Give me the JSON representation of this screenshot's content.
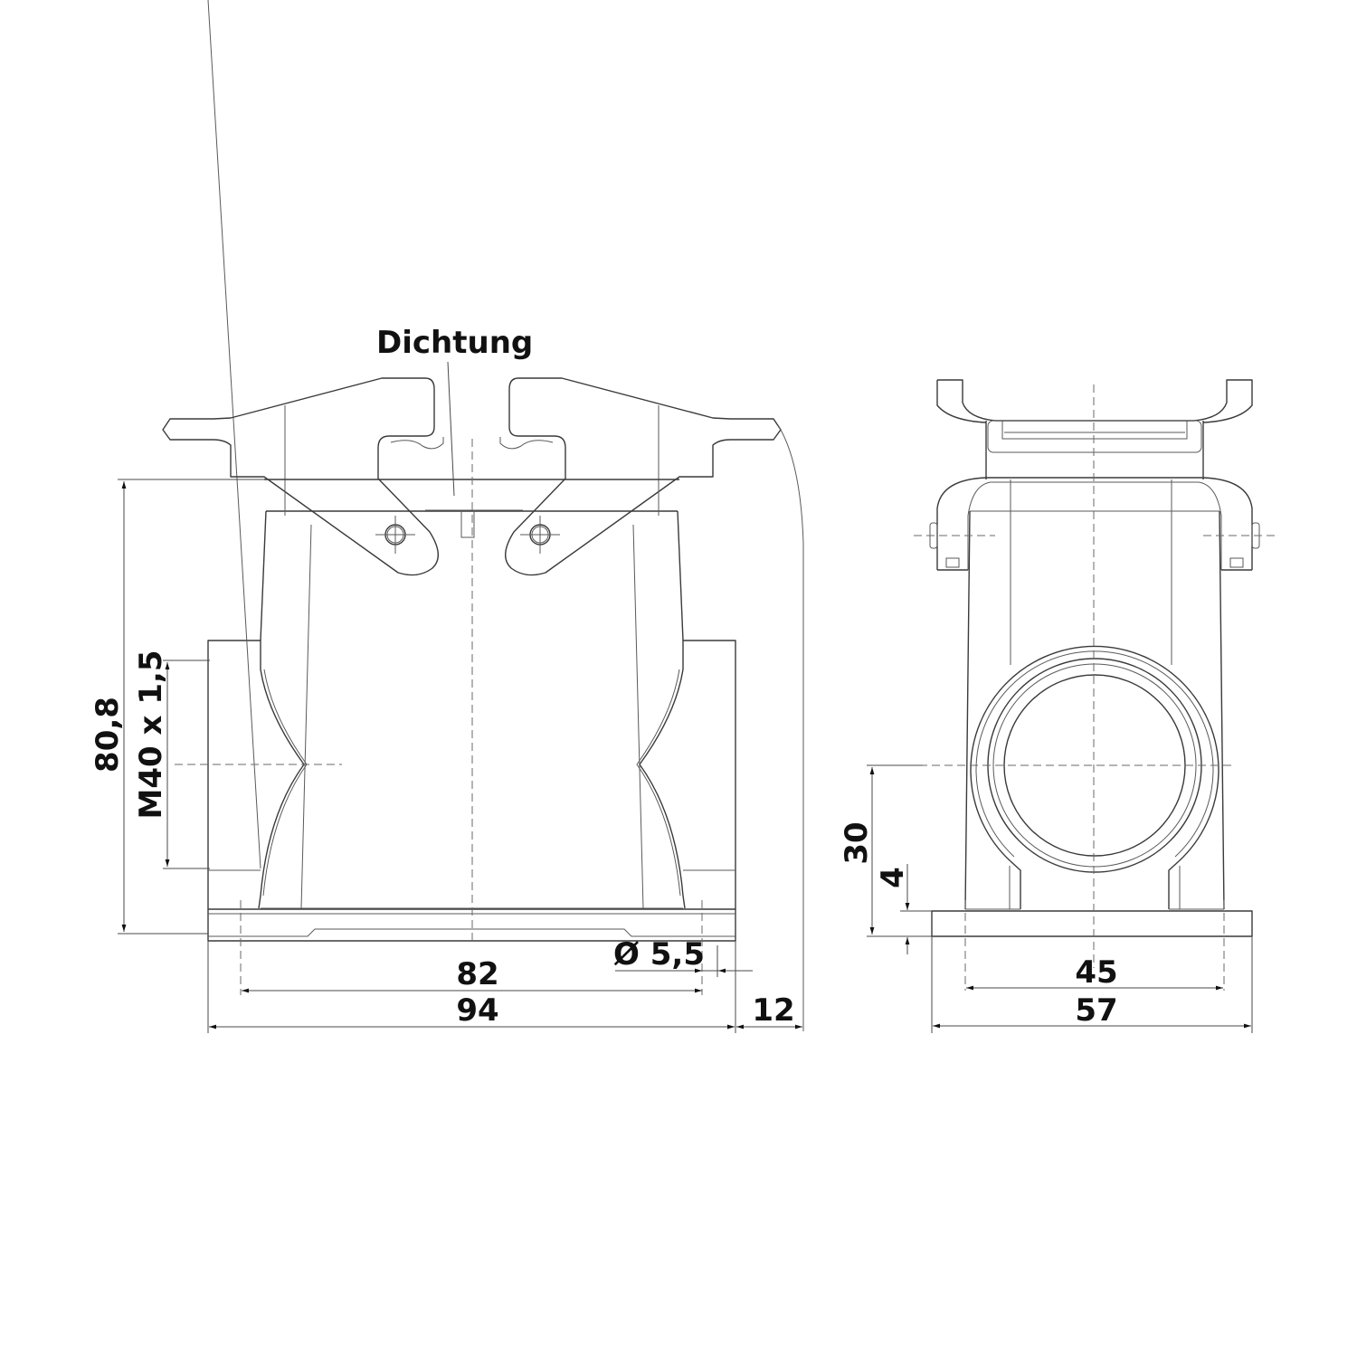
{
  "drawing": {
    "type": "technical-drawing",
    "views": [
      "front-view",
      "side-view"
    ],
    "colors": {
      "line": "#3a3a3a",
      "text": "#111111",
      "background": "#ffffff"
    }
  },
  "front_view": {
    "callout": {
      "label": "Dichtung"
    },
    "dimensions": {
      "overall_height": "80,8",
      "thread": "M40 x 1,5",
      "hole_spacing": "82",
      "overall_width": "94",
      "hole_diameter": "Ø 5,5",
      "lever_offset": "12"
    }
  },
  "side_view": {
    "dimensions": {
      "entry_height": "30",
      "base_thickness": "4",
      "hole_spacing": "45",
      "overall_width": "57"
    }
  }
}
